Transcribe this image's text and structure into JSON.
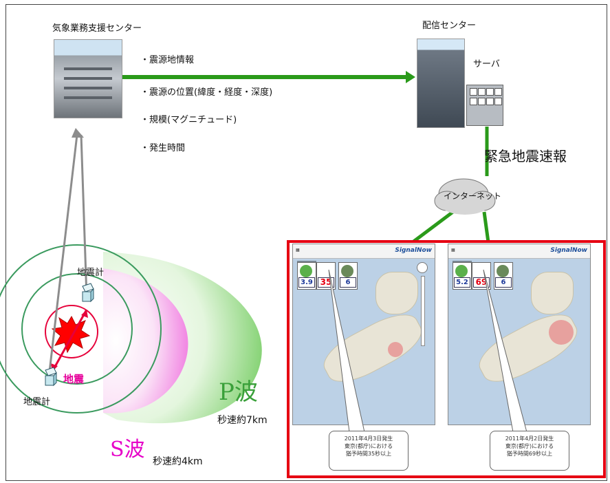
{
  "jma": {
    "label": "気象業務支援センター"
  },
  "distribution": {
    "label": "配信センター",
    "server_label": "サーバ"
  },
  "info_items": [
    "・震源地情報",
    "・震源の位置(緯度・経度・深度)",
    "・規模(マグニチュード)",
    "・発生時間"
  ],
  "eew_label": "緊急地震速報",
  "internet_label": "インターネット",
  "seismometer_label": "地震計",
  "earthquake_label": "地震",
  "p_wave": {
    "label": "P波",
    "speed": "秒速約7km"
  },
  "s_wave": {
    "label": "S波",
    "speed": "秒速約4km"
  },
  "screens": [
    {
      "logo": "SignalNow",
      "values": [
        "3.9",
        "35",
        "6"
      ],
      "callout": [
        "2011年4月3日発生",
        "東京(都庁)における",
        "猶予時間35秒以上"
      ]
    },
    {
      "logo": "SignalNow",
      "values": [
        "5.2",
        "69",
        "6"
      ],
      "callout": [
        "2011年4月2日発生",
        "東京(都庁)における",
        "猶予時間69秒以上"
      ]
    }
  ],
  "colors": {
    "green_arrow": "#2a9a1a",
    "gray_arrow": "#8c8c8c",
    "frame_red": "#e60012",
    "p_wave": "#7ccf6a",
    "s_wave": "#f07ae0"
  }
}
